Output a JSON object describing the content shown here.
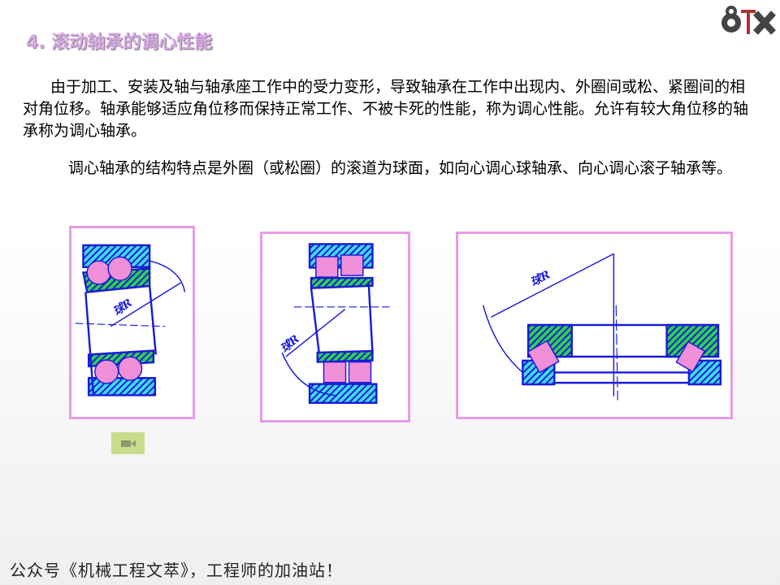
{
  "slide": {
    "title": "4. 滚动轴承的调心性能",
    "paragraph1": "由于加工、安装及轴与轴承座工作中的受力变形，导致轴承在工作中出现内、外圈间或松、紧圈间的相对角位移。轴承能够适应角位移而保持正常工作、不被卡死的性能，称为调心性能。允许有较大角位移的轴承称为调心轴承。",
    "paragraph2": "调心轴承的结构特点是外圈（或松圈）的滚道为球面，如向心调心球轴承、向心调心滚子轴承等。",
    "figures": [
      {
        "label": "球R"
      },
      {
        "label": "球R"
      },
      {
        "label": "球R"
      }
    ],
    "footer": "公众号《机械工程文萃》，工程师的加油站！"
  },
  "colors": {
    "outline": "#1a1ad6",
    "hatch_cyan": "#3fd9ef",
    "hatch_green": "#2fcf52",
    "roller": "#ee8fd8",
    "frame": "#e79be6"
  }
}
